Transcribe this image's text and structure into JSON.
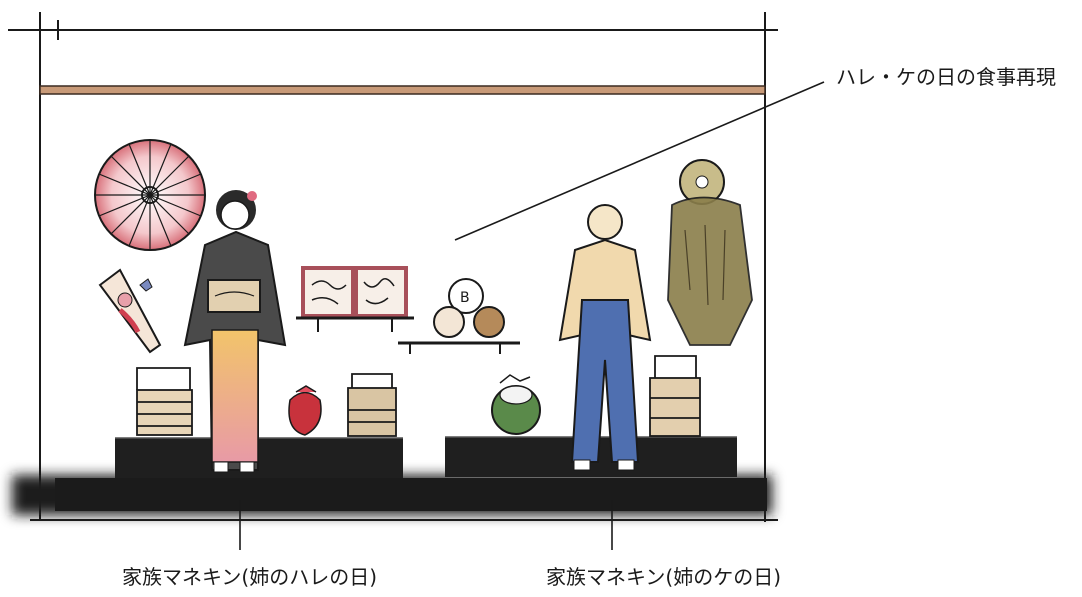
{
  "labels": {
    "meal_reproduction": "ハレ・ケの日の食事再現",
    "mannequin_hare": "家族マネキン(姉のハレの日)",
    "mannequin_ke": "家族マネキン(姉のケの日)"
  },
  "colors": {
    "line": "#1a1a1a",
    "beam": "#c89a78",
    "platform": "#1f1f1f",
    "kimono_dark": "#4a4a4a",
    "kimono_light": "#f2c46a",
    "kimono_pink": "#e89aa6",
    "umbrella_red": "#d8707a",
    "haori_beige": "#f1d9ad",
    "hakama_blue": "#4f6fb0",
    "straw_coat": "#8a7e4a",
    "basket": "#c9b08a",
    "frame_red": "#a8505a",
    "pouch_red": "#c8323c",
    "daruma_green": "#5a8a4a"
  }
}
